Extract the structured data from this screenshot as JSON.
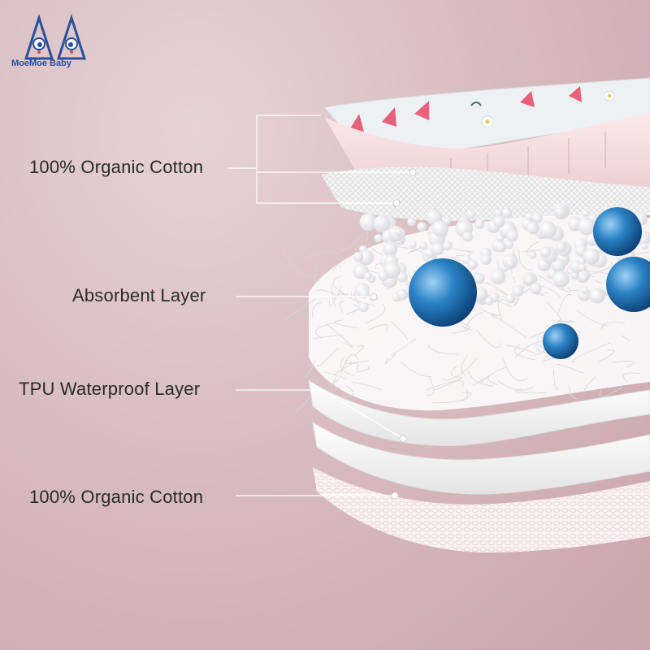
{
  "brand": {
    "name": "MoeMoe Baby",
    "logo_icon": "twin-triangle-eyes-icon",
    "color": "#2a4f9b"
  },
  "layers": [
    {
      "label": "100% Organic Cotton"
    },
    {
      "label": "Absorbent Layer"
    },
    {
      "label": "TPU Waterproof Layer"
    },
    {
      "label": "100% Organic Cotton"
    }
  ],
  "colors": {
    "background": "#d8bcc1",
    "callout_line": "#ffffff",
    "absorbent_bead": "#1d6fb0"
  }
}
